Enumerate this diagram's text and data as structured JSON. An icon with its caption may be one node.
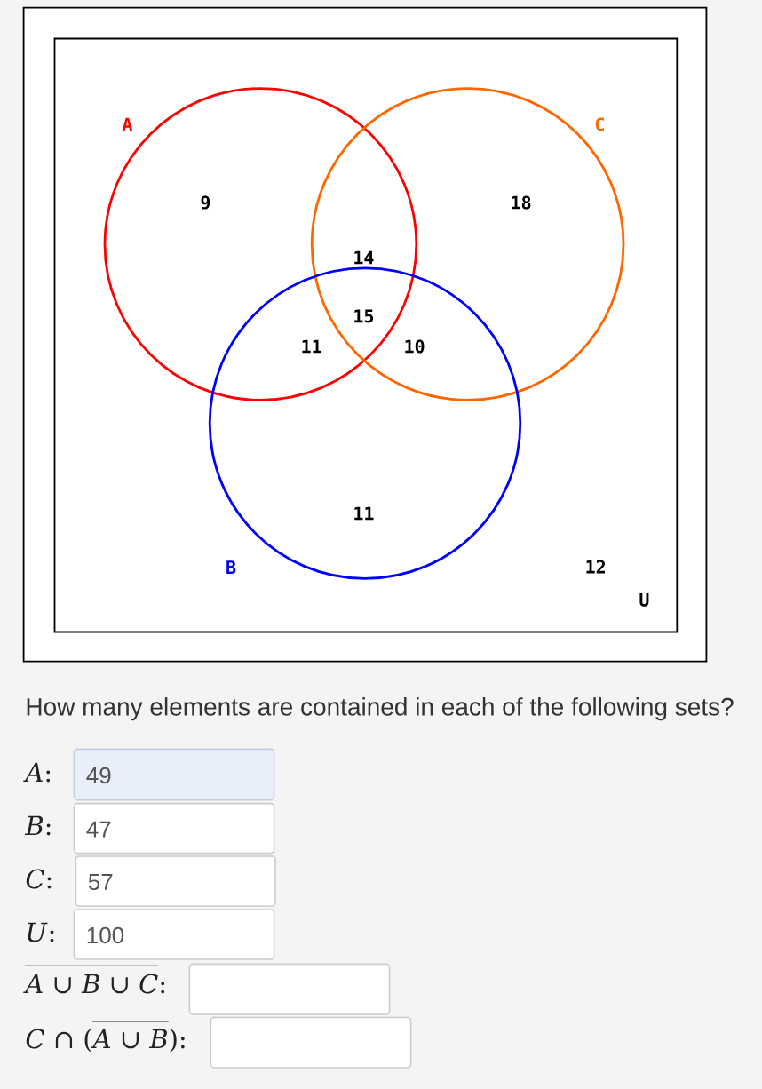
{
  "diagram": {
    "nodes": [
      {
        "text": [
          "U"
        ]
      },
      {
        "text": [
          "A"
        ],
        "in": 0
      },
      {
        "text": [
          "C"
        ],
        "in": 0
      },
      {
        "text": [
          "B"
        ],
        "in": 0
      }
    ],
    "labels": [
      "9",
      "18",
      "14",
      "15",
      "11",
      "10",
      "11",
      "12",
      "How many elements are contained in each of the following sets?",
      "*A*:",
      "49",
      "*B*:",
      "47",
      "*C*:",
      "57",
      "*U*:",
      "100",
      "*A* ∪ *B* ∪ *C*:",
      "*C* ∩ (*A* ∪ *B*):"
    ]
  }
}
